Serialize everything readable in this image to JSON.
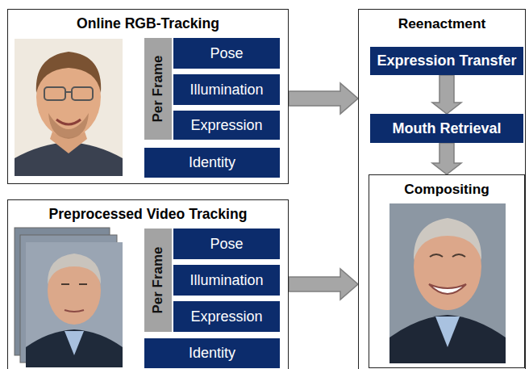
{
  "diagram": {
    "nodes": [
      {
        "text": [
          "Online RGB-Tracking"
        ]
      },
      {
        "text": [
          "Per Frame"
        ],
        "in": 0
      },
      {
        "text": [
          "Pose"
        ],
        "in": 0
      },
      {
        "text": [
          "Illumination"
        ],
        "in": 0
      },
      {
        "text": [
          "Expression"
        ],
        "in": 0
      },
      {
        "text": [
          "Identity"
        ],
        "in": 0
      },
      {
        "text": [
          "Preprocessed Video Tracking"
        ]
      },
      {
        "text": [
          "Per Frame"
        ],
        "in": 6
      },
      {
        "text": [
          "Pose"
        ],
        "in": 6
      },
      {
        "text": [
          "Illumination"
        ],
        "in": 6
      },
      {
        "text": [
          "Expression"
        ],
        "in": 6
      },
      {
        "text": [
          "Identity"
        ],
        "in": 6
      },
      {
        "text": [
          "Reenactment"
        ]
      },
      {
        "text": [
          "Expression Transfer"
        ],
        "in": 12
      },
      {
        "text": [
          "Mouth Retrieval"
        ],
        "in": 12
      },
      {
        "text": [
          "Compositing"
        ],
        "in": 12
      }
    ],
    "edges": [
      {
        "from": 0,
        "to": 12,
        "arrow": "to"
      },
      {
        "from": 6,
        "to": 12,
        "arrow": "to"
      },
      {
        "from": 13,
        "to": 14,
        "arrow": "to"
      },
      {
        "from": 14,
        "to": 15,
        "arrow": "to"
      }
    ]
  }
}
